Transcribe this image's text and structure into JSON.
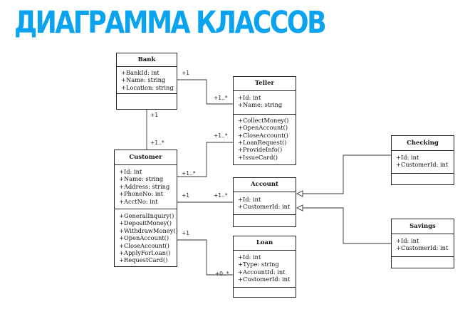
{
  "title": "ДИАГРАММА КЛАССОВ",
  "classes": {
    "bank": {
      "name": "Bank",
      "attributes": [
        "+BankId: int",
        "+Name: string",
        "+Location: string"
      ],
      "operations": []
    },
    "teller": {
      "name": "Teller",
      "attributes": [
        "+Id: int",
        "+Name: string"
      ],
      "operations": [
        "+CollectMoney()",
        "+OpenAccount()",
        "+CloseAccount()",
        "+LoanRequest()",
        "+ProvideInfo()",
        "+IssueCard()"
      ]
    },
    "customer": {
      "name": "Customer",
      "attributes": [
        "+Id: int",
        "+Name: string",
        "+Address: string",
        "+PhoneNo: int",
        "+AcctNo: int"
      ],
      "operations": [
        "+GeneralInquiry()",
        "+DepositMoney()",
        "+WithdrawMoney()",
        "+OpenAccount()",
        "+CloseAccount()",
        "+ApplyForLoan()",
        "+RequestCard()"
      ]
    },
    "account": {
      "name": "Account",
      "attributes": [
        "+Id: int",
        "+CustomerId: int"
      ],
      "operations": []
    },
    "loan": {
      "name": "Loan",
      "attributes": [
        "+Id: int",
        "+Type: string",
        "+AccountId: int",
        "+CustomerId: int"
      ],
      "operations": []
    },
    "checking": {
      "name": "Checking",
      "attributes": [
        "+Id: int",
        "+CustomerId: int"
      ],
      "operations": []
    },
    "savings": {
      "name": "Savings",
      "attributes": [
        "+Id: int",
        "+CustomerId: int"
      ],
      "operations": []
    }
  },
  "multiplicities": {
    "bank_teller_bank": "+1",
    "bank_teller_teller": "+1..*",
    "bank_customer_bank": "+1",
    "bank_customer_customer": "+1..*",
    "customer_teller_teller": "+1..*",
    "customer_teller_customer": "+1..*",
    "customer_account_customer": "+1",
    "customer_account_account": "+1..*",
    "customer_loan_customer": "+1",
    "customer_loan_loan": "+0..*"
  }
}
